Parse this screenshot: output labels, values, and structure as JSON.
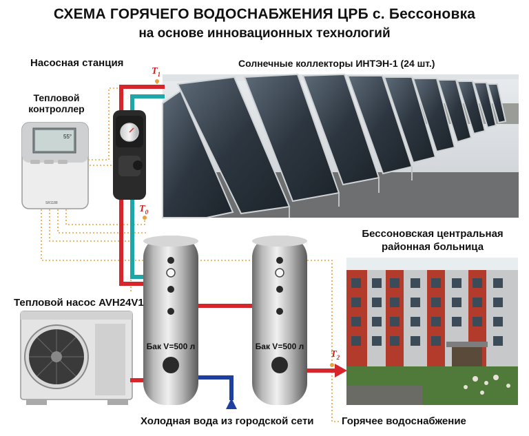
{
  "title": {
    "line1": "СХЕМА ГОРЯЧЕГО ВОДОСНАБЖЕНИЯ ЦРБ с. Бессоновка",
    "line2": "на основе инновационных технологий"
  },
  "labels": {
    "pump_station": "Насосная станция",
    "solar_collectors": "Солнечные коллекторы ИНТЭН-1 (24 шт.)",
    "thermal_controller_line1": "Тепловой",
    "thermal_controller_line2": "контроллер",
    "heat_pump": "Тепловой насос AVH24V1",
    "hospital_line1": "Бессоновская центральная",
    "hospital_line2": "районная больница",
    "tank_left": "Бак V=500 л",
    "tank_right": "Бак V=500 л",
    "cold_water": "Холодная вода из городской сети",
    "hot_water": "Горячее водоснабжение"
  },
  "sensors": {
    "t1": {
      "letter": "T",
      "sub": "1"
    },
    "t0": {
      "letter": "T",
      "sub": "0"
    },
    "t2": {
      "letter": "T",
      "sub": "2"
    }
  },
  "controller": {
    "display": "55°",
    "model": "SR1188"
  },
  "colors": {
    "hot_pipe": "#d7262b",
    "return_pipe": "#1fa7a7",
    "cold_pipe": "#1f3f9f",
    "signal_line": "#e8a23a",
    "sensor_label": "#d21f1f"
  },
  "icons": {
    "pump": "circulation-pump-icon",
    "heat_pump": "heat-pump-unit-icon",
    "controller": "thermal-controller-icon",
    "collector": "solar-collector-icon",
    "hospital": "hospital-building-icon",
    "tank": "storage-tank-icon"
  }
}
